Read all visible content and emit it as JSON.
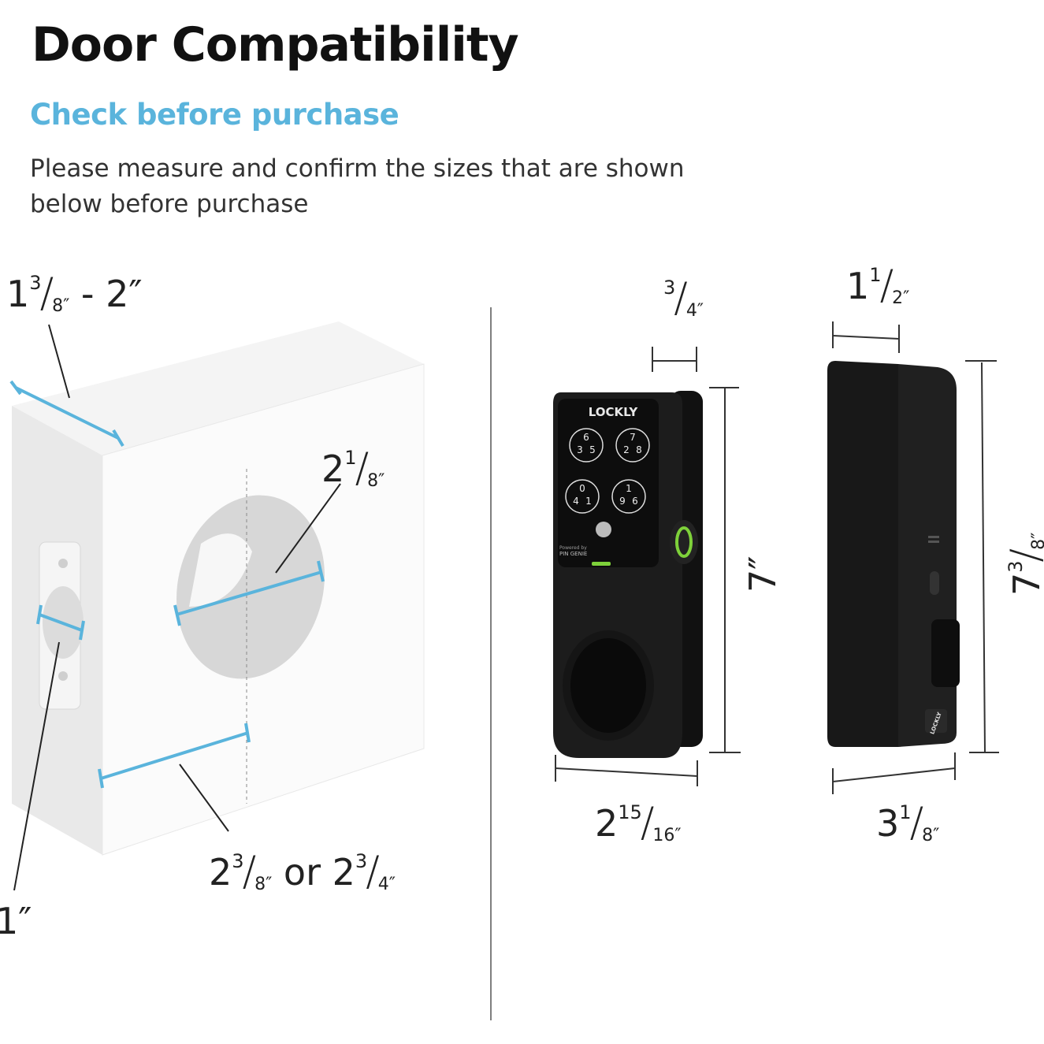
{
  "header": {
    "title": "Door Compatibility",
    "subtitle": "Check before purchase",
    "description": "Please measure and confirm the sizes that are shown below before purchase"
  },
  "colors": {
    "accent": "#5ab4dc",
    "lock_body": "#1c1c1c",
    "indicator": "#7ed13a"
  },
  "door": {
    "thickness": {
      "whole": "1",
      "num": "3",
      "den": "8″",
      "suffix": " - 2″"
    },
    "bore_hole": {
      "whole": "2",
      "num": "1",
      "den": "8″"
    },
    "backset": {
      "whole": "2",
      "num": "3",
      "den": "8″",
      "suffix": " or ",
      "whole2": "2",
      "num2": "3",
      "den2": "4″"
    },
    "latch_hole": {
      "whole": "1″"
    }
  },
  "lock_front": {
    "brand": "LOCKLY",
    "keys": [
      [
        "6",
        "3",
        "5"
      ],
      [
        "7",
        "2",
        "8"
      ],
      [
        "0",
        "4",
        "1"
      ],
      [
        "1",
        "9",
        "6"
      ]
    ],
    "powered_by": "Powered by",
    "pin_genie": "PIN GENIE",
    "depth": {
      "num": "3",
      "den": "4″"
    },
    "height": {
      "whole": "7″"
    },
    "width": {
      "whole": "2",
      "num": "15",
      "den": "16″"
    }
  },
  "lock_side": {
    "brand": "LOCKLY",
    "depth": {
      "whole": "1",
      "num": "1",
      "den": "2″"
    },
    "height": {
      "whole": "7",
      "num": "3",
      "den": "8″"
    },
    "width": {
      "whole": "3",
      "num": "1",
      "den": "8″"
    }
  }
}
